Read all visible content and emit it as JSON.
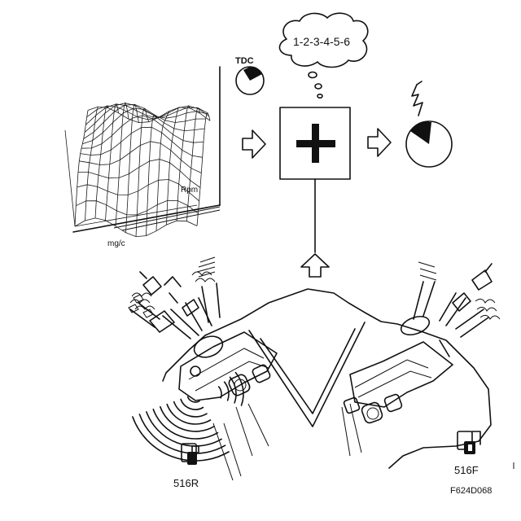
{
  "figure_id": "F624D068",
  "firing_order": "1-2-3-4-5-6",
  "map_labels": {
    "rpm": "Rpm",
    "load": "mg/c"
  },
  "tdc_label": "TDC",
  "sensors": {
    "rear": "516R",
    "front": "516F"
  },
  "icons": [
    "tdc-clock-icon",
    "ignition-spark-icon",
    "ecu-plus-icon",
    "arrow-icon"
  ],
  "colors": {
    "ink": "#111111",
    "paper": "#ffffff"
  }
}
